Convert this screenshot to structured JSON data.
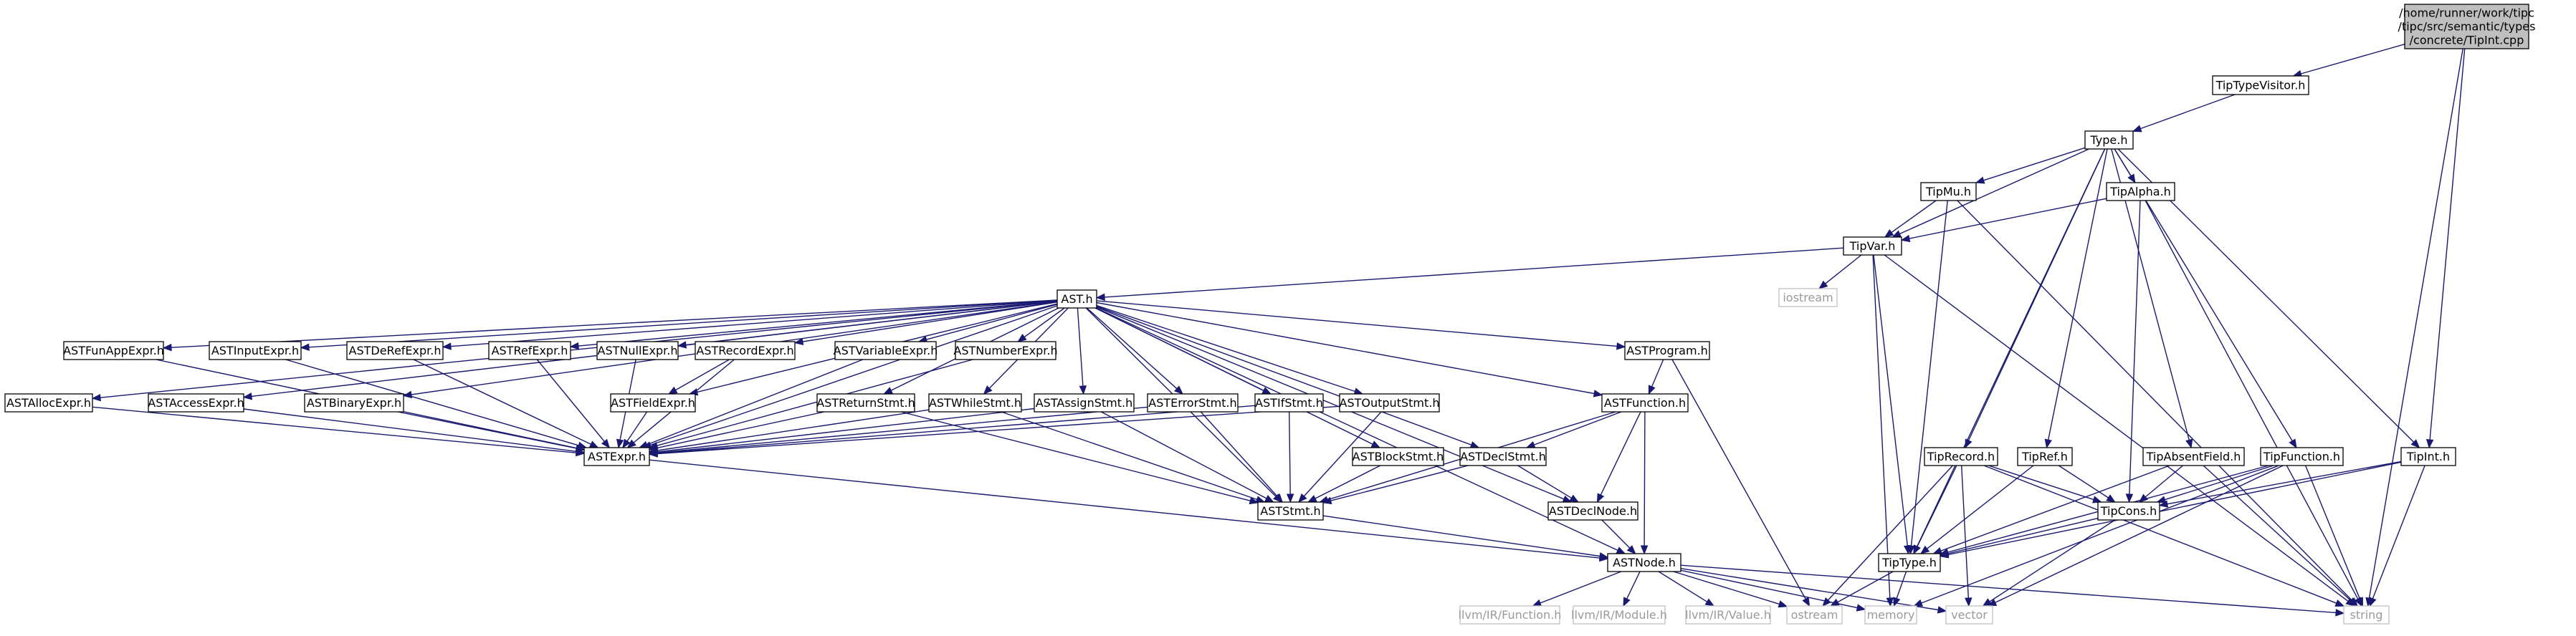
{
  "root": {
    "label_lines": [
      "/home/runner/work/tipc",
      "/tipc/src/semantic/types",
      "/concrete/TipInt.cpp"
    ]
  },
  "nodes": [
    {
      "id": "TipTypeVisitor",
      "label": "TipTypeVisitor.h"
    },
    {
      "id": "Type",
      "label": "Type.h"
    },
    {
      "id": "TipMu",
      "label": "TipMu.h"
    },
    {
      "id": "TipAlpha",
      "label": "TipAlpha.h"
    },
    {
      "id": "TipVar",
      "label": "TipVar.h"
    },
    {
      "id": "iostream",
      "label": "iostream",
      "external": true
    },
    {
      "id": "AST",
      "label": "AST.h"
    },
    {
      "id": "ASTFunAppExpr",
      "label": "ASTFunAppExpr.h"
    },
    {
      "id": "ASTInputExpr",
      "label": "ASTInputExpr.h"
    },
    {
      "id": "ASTDeRefExpr",
      "label": "ASTDeRefExpr.h"
    },
    {
      "id": "ASTRefExpr",
      "label": "ASTRefExpr.h"
    },
    {
      "id": "ASTNullExpr",
      "label": "ASTNullExpr.h"
    },
    {
      "id": "ASTRecordExpr",
      "label": "ASTRecordExpr.h"
    },
    {
      "id": "ASTVariableExpr",
      "label": "ASTVariableExpr.h"
    },
    {
      "id": "ASTNumberExpr",
      "label": "ASTNumberExpr.h"
    },
    {
      "id": "ASTProgram",
      "label": "ASTProgram.h"
    },
    {
      "id": "ASTAllocExpr",
      "label": "ASTAllocExpr.h"
    },
    {
      "id": "ASTAccessExpr",
      "label": "ASTAccessExpr.h"
    },
    {
      "id": "ASTBinaryExpr",
      "label": "ASTBinaryExpr.h"
    },
    {
      "id": "ASTFieldExpr",
      "label": "ASTFieldExpr.h"
    },
    {
      "id": "ASTReturnStmt",
      "label": "ASTReturnStmt.h"
    },
    {
      "id": "ASTWhileStmt",
      "label": "ASTWhileStmt.h"
    },
    {
      "id": "ASTAssignStmt",
      "label": "ASTAssignStmt.h"
    },
    {
      "id": "ASTErrorStmt",
      "label": "ASTErrorStmt.h"
    },
    {
      "id": "ASTIfStmt",
      "label": "ASTIfStmt.h"
    },
    {
      "id": "ASTOutputStmt",
      "label": "ASTOutputStmt.h"
    },
    {
      "id": "ASTFunction",
      "label": "ASTFunction.h"
    },
    {
      "id": "ASTExpr",
      "label": "ASTExpr.h"
    },
    {
      "id": "ASTBlockStmt",
      "label": "ASTBlockStmt.h"
    },
    {
      "id": "ASTDeclStmt",
      "label": "ASTDeclStmt.h"
    },
    {
      "id": "ASTStmt",
      "label": "ASTStmt.h"
    },
    {
      "id": "ASTDeclNode",
      "label": "ASTDeclNode.h"
    },
    {
      "id": "ASTNode",
      "label": "ASTNode.h"
    },
    {
      "id": "llvmFunction",
      "label": "llvm/IR/Function.h",
      "external": true
    },
    {
      "id": "llvmModule",
      "label": "llvm/IR/Module.h",
      "external": true
    },
    {
      "id": "llvmValue",
      "label": "llvm/IR/Value.h",
      "external": true
    },
    {
      "id": "ostream",
      "label": "ostream",
      "external": true
    },
    {
      "id": "memory",
      "label": "memory",
      "external": true
    },
    {
      "id": "vector",
      "label": "vector",
      "external": true
    },
    {
      "id": "TipRecord",
      "label": "TipRecord.h"
    },
    {
      "id": "TipRef",
      "label": "TipRef.h"
    },
    {
      "id": "TipAbsentField",
      "label": "TipAbsentField.h"
    },
    {
      "id": "TipFunction",
      "label": "TipFunction.h"
    },
    {
      "id": "TipInt",
      "label": "TipInt.h"
    },
    {
      "id": "TipCons",
      "label": "TipCons.h"
    },
    {
      "id": "TipType",
      "label": "TipType.h"
    },
    {
      "id": "string",
      "label": "string",
      "external": true
    }
  ],
  "edges": [
    [
      "root",
      "TipTypeVisitor"
    ],
    [
      "root",
      "TipInt"
    ],
    [
      "root",
      "string"
    ],
    [
      "TipTypeVisitor",
      "Type"
    ],
    [
      "Type",
      "TipMu"
    ],
    [
      "Type",
      "TipAlpha"
    ],
    [
      "Type",
      "TipVar"
    ],
    [
      "Type",
      "TipType"
    ],
    [
      "Type",
      "TipRecord"
    ],
    [
      "Type",
      "TipRef"
    ],
    [
      "Type",
      "TipAbsentField"
    ],
    [
      "Type",
      "TipFunction"
    ],
    [
      "Type",
      "TipInt"
    ],
    [
      "TipMu",
      "TipVar"
    ],
    [
      "TipMu",
      "TipType"
    ],
    [
      "TipMu",
      "string"
    ],
    [
      "TipAlpha",
      "TipVar"
    ],
    [
      "TipAlpha",
      "TipCons"
    ],
    [
      "TipAlpha",
      "string"
    ],
    [
      "TipVar",
      "AST"
    ],
    [
      "TipVar",
      "iostream"
    ],
    [
      "TipVar",
      "TipType"
    ],
    [
      "TipVar",
      "memory"
    ],
    [
      "TipVar",
      "string"
    ],
    [
      "AST",
      "ASTFunAppExpr"
    ],
    [
      "AST",
      "ASTInputExpr"
    ],
    [
      "AST",
      "ASTDeRefExpr"
    ],
    [
      "AST",
      "ASTRefExpr"
    ],
    [
      "AST",
      "ASTNullExpr"
    ],
    [
      "AST",
      "ASTRecordExpr"
    ],
    [
      "AST",
      "ASTVariableExpr"
    ],
    [
      "AST",
      "ASTNumberExpr"
    ],
    [
      "AST",
      "ASTProgram"
    ],
    [
      "AST",
      "ASTAllocExpr"
    ],
    [
      "AST",
      "ASTAccessExpr"
    ],
    [
      "AST",
      "ASTBinaryExpr"
    ],
    [
      "AST",
      "ASTFieldExpr"
    ],
    [
      "AST",
      "ASTReturnStmt"
    ],
    [
      "AST",
      "ASTWhileStmt"
    ],
    [
      "AST",
      "ASTAssignStmt"
    ],
    [
      "AST",
      "ASTErrorStmt"
    ],
    [
      "AST",
      "ASTIfStmt"
    ],
    [
      "AST",
      "ASTOutputStmt"
    ],
    [
      "AST",
      "ASTFunction"
    ],
    [
      "AST",
      "ASTExpr"
    ],
    [
      "AST",
      "ASTBlockStmt"
    ],
    [
      "AST",
      "ASTDeclStmt"
    ],
    [
      "AST",
      "ASTStmt"
    ],
    [
      "AST",
      "ASTDeclNode"
    ],
    [
      "AST",
      "ASTNode"
    ],
    [
      "ASTFunAppExpr",
      "ASTExpr"
    ],
    [
      "ASTInputExpr",
      "ASTExpr"
    ],
    [
      "ASTDeRefExpr",
      "ASTExpr"
    ],
    [
      "ASTRefExpr",
      "ASTExpr"
    ],
    [
      "ASTNullExpr",
      "ASTExpr"
    ],
    [
      "ASTRecordExpr",
      "ASTExpr"
    ],
    [
      "ASTRecordExpr",
      "ASTFieldExpr"
    ],
    [
      "ASTVariableExpr",
      "ASTExpr"
    ],
    [
      "ASTNumberExpr",
      "ASTExpr"
    ],
    [
      "ASTAllocExpr",
      "ASTExpr"
    ],
    [
      "ASTAccessExpr",
      "ASTExpr"
    ],
    [
      "ASTBinaryExpr",
      "ASTExpr"
    ],
    [
      "ASTFieldExpr",
      "ASTExpr"
    ],
    [
      "ASTReturnStmt",
      "ASTExpr"
    ],
    [
      "ASTReturnStmt",
      "ASTStmt"
    ],
    [
      "ASTWhileStmt",
      "ASTExpr"
    ],
    [
      "ASTWhileStmt",
      "ASTStmt"
    ],
    [
      "ASTAssignStmt",
      "ASTExpr"
    ],
    [
      "ASTAssignStmt",
      "ASTStmt"
    ],
    [
      "ASTErrorStmt",
      "ASTExpr"
    ],
    [
      "ASTErrorStmt",
      "ASTStmt"
    ],
    [
      "ASTIfStmt",
      "ASTExpr"
    ],
    [
      "ASTIfStmt",
      "ASTStmt"
    ],
    [
      "ASTOutputStmt",
      "ASTExpr"
    ],
    [
      "ASTOutputStmt",
      "ASTStmt"
    ],
    [
      "ASTBlockStmt",
      "ASTStmt"
    ],
    [
      "ASTProgram",
      "ASTFunction"
    ],
    [
      "ASTProgram",
      "ostream"
    ],
    [
      "ASTFunction",
      "ASTDeclStmt"
    ],
    [
      "ASTFunction",
      "ASTStmt"
    ],
    [
      "ASTFunction",
      "ASTDeclNode"
    ],
    [
      "ASTFunction",
      "ASTNode"
    ],
    [
      "ASTDeclStmt",
      "ASTStmt"
    ],
    [
      "ASTDeclStmt",
      "ASTDeclNode"
    ],
    [
      "ASTExpr",
      "ASTNode"
    ],
    [
      "ASTStmt",
      "ASTNode"
    ],
    [
      "ASTDeclNode",
      "ASTNode"
    ],
    [
      "ASTNode",
      "llvmFunction"
    ],
    [
      "ASTNode",
      "llvmModule"
    ],
    [
      "ASTNode",
      "llvmValue"
    ],
    [
      "ASTNode",
      "ostream"
    ],
    [
      "ASTNode",
      "memory"
    ],
    [
      "ASTNode",
      "vector"
    ],
    [
      "ASTNode",
      "string"
    ],
    [
      "TipRecord",
      "TipCons"
    ],
    [
      "TipRecord",
      "TipType"
    ],
    [
      "TipRecord",
      "ostream"
    ],
    [
      "TipRecord",
      "vector"
    ],
    [
      "TipRecord",
      "string"
    ],
    [
      "TipRef",
      "TipCons"
    ],
    [
      "TipRef",
      "TipType"
    ],
    [
      "TipAbsentField",
      "TipCons"
    ],
    [
      "TipAbsentField",
      "TipType"
    ],
    [
      "TipAbsentField",
      "string"
    ],
    [
      "TipFunction",
      "TipCons"
    ],
    [
      "TipFunction",
      "TipType"
    ],
    [
      "TipFunction",
      "memory"
    ],
    [
      "TipFunction",
      "vector"
    ],
    [
      "TipFunction",
      "string"
    ],
    [
      "TipInt",
      "TipCons"
    ],
    [
      "TipInt",
      "TipType"
    ],
    [
      "TipInt",
      "string"
    ],
    [
      "TipCons",
      "TipType"
    ],
    [
      "TipCons",
      "vector"
    ],
    [
      "TipType",
      "ostream"
    ],
    [
      "TipType",
      "memory"
    ]
  ]
}
